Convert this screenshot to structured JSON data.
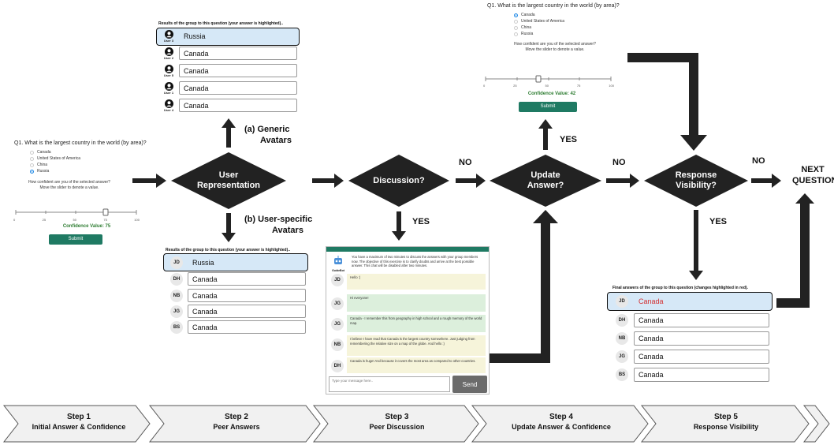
{
  "step1": {
    "question": "Q1. What is the largest country in the world (by area)?",
    "options": [
      "Canada",
      "United States of America",
      "China",
      "Russia"
    ],
    "confidence_question_l1": "How confident are you of the selected answer?",
    "confidence_question_l2": "Move the slider to denote a value.",
    "ticks": [
      "0",
      "25",
      "50",
      "75",
      "100"
    ],
    "confidence_value": "Confidence Value: 75",
    "submit": "Submit"
  },
  "generic_panel": {
    "header": "Results of the group to this question (your answer is highlighted)..",
    "rows": [
      {
        "user": "User 3",
        "answer": "Russia"
      },
      {
        "user": "User 2",
        "answer": "Canada"
      },
      {
        "user": "User 5",
        "answer": "Canada"
      },
      {
        "user": "User 1",
        "answer": "Canada"
      },
      {
        "user": "User 4",
        "answer": "Canada"
      }
    ]
  },
  "specific_panel": {
    "header": "Results of the group to this question (your answer is highlighted)..",
    "rows": [
      {
        "user": "JD",
        "answer": "Russia"
      },
      {
        "user": "DH",
        "answer": "Canada"
      },
      {
        "user": "NB",
        "answer": "Canada"
      },
      {
        "user": "JG",
        "answer": "Canada"
      },
      {
        "user": "BS",
        "answer": "Canada"
      }
    ]
  },
  "update_panel": {
    "question": "Q1. What is the largest country in the world (by area)?",
    "options": [
      "Canada",
      "United States of America",
      "China",
      "Russia"
    ],
    "confidence_question_l1": "How confident are you of the selected answer?",
    "confidence_question_l2": "Move the slider to denote a value.",
    "ticks": [
      "0",
      "25",
      "50",
      "75",
      "100"
    ],
    "confidence_value": "Confidence Value: 42",
    "submit": "Submit"
  },
  "final_panel": {
    "header": "Final answers of the group to this question (changes highlighted in red).",
    "rows": [
      {
        "user": "JD",
        "answer": "Canada"
      },
      {
        "user": "DH",
        "answer": "Canada"
      },
      {
        "user": "NB",
        "answer": "Canada"
      },
      {
        "user": "JG",
        "answer": "Canada"
      },
      {
        "user": "BS",
        "answer": "Canada"
      }
    ]
  },
  "flow": {
    "user_representation": [
      "User",
      "Representation"
    ],
    "generic": [
      "(a) Generic",
      "Avatars"
    ],
    "specific": [
      "(b) User-specific",
      "Avatars"
    ],
    "discussion": "Discussion?",
    "update": [
      "Update",
      "Answer?"
    ],
    "visibility": [
      "Response",
      "Visibility?"
    ],
    "next": [
      "NEXT",
      "QUESTION"
    ],
    "yes": "YES",
    "no": "NO"
  },
  "chat": {
    "bot_name": "GuideBot",
    "bot_message": "You have a maximum of two minutes to discuss the answers with your group members now. The objective of this exercise is to clarify doubts and arrive at the best possible answer. This chat will be disabled after two minutes.",
    "messages": [
      {
        "user": "JD",
        "text": "Hello :)"
      },
      {
        "user": "JG",
        "text": "Hi everyone!"
      },
      {
        "user": "JG",
        "text": "Canada - I remember this from geography in high school and a rough memory of the world map."
      },
      {
        "user": "NB",
        "text": "I believe I have read that Canada is the largest country somewhere. Just judging from remembering the relative size on a map of the globe. And hello :)"
      },
      {
        "user": "DH",
        "text": "Canada is huge! And because it covers the most area as compared to other countries."
      }
    ],
    "placeholder": "Type your message here..",
    "send": "Send"
  },
  "steps": [
    {
      "title": "Step 1",
      "sub": "Initial Answer & Confidence"
    },
    {
      "title": "Step 2",
      "sub": "Peer Answers"
    },
    {
      "title": "Step 3",
      "sub": "Peer Discussion"
    },
    {
      "title": "Step 4",
      "sub": "Update Answer & Confidence"
    },
    {
      "title": "Step 5",
      "sub": "Response Visibility"
    }
  ],
  "colors": {
    "shape": "#222222",
    "submit": "#1f7a63",
    "highlight": "#d6e8f7",
    "changed": "#d32f2f",
    "confidence": "#2e7d32"
  }
}
